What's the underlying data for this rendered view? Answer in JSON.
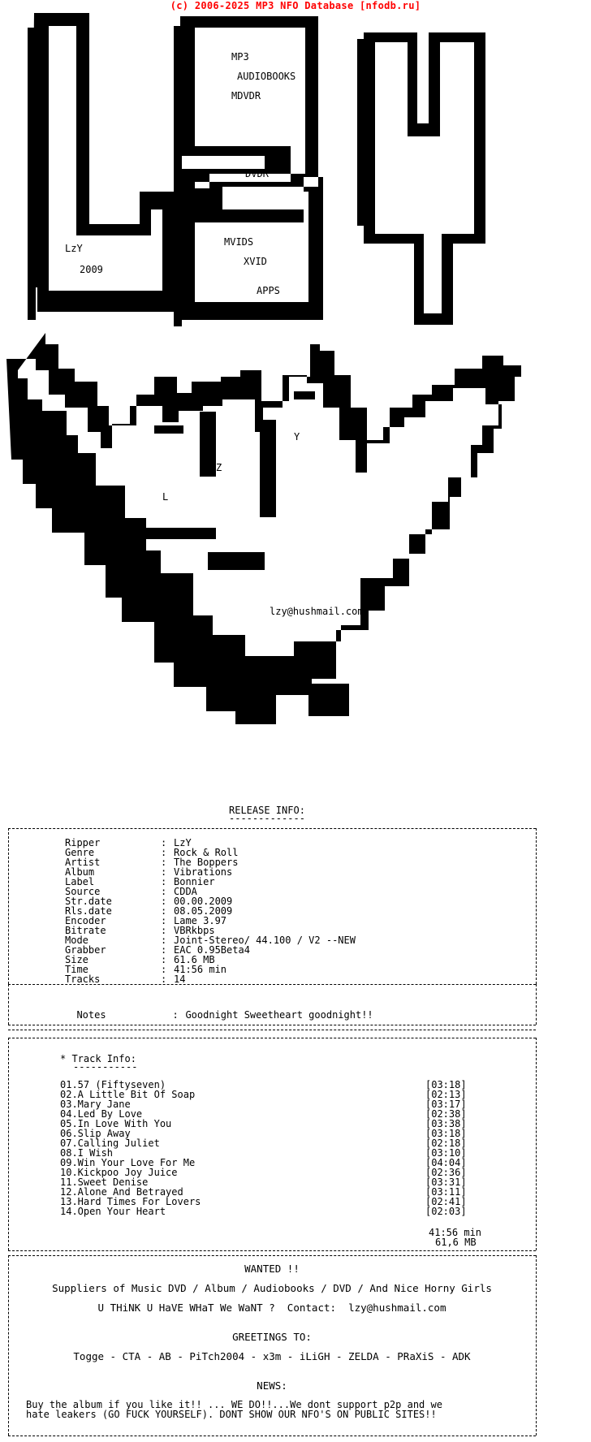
{
  "header": {
    "copyright": "(c) 2006-2025 MP3 NFO Database [nfodb.ru]"
  },
  "logo": {
    "lines": [
      "MP3",
      "AUDIOBOOKS",
      "MDVDR",
      "DVDR",
      "MVIDS",
      "XVID",
      "APPS"
    ],
    "group": "LzY",
    "year": "2009",
    "letters": [
      "L",
      "Z",
      "Y"
    ],
    "email": "lzy@hushmail.com"
  },
  "release": {
    "heading": "RELEASE INFO:",
    "heading_underline": "-------------",
    "fields": [
      {
        "label": "Ripper",
        "value": "LzY"
      },
      {
        "label": "Genre",
        "value": "Rock & Roll"
      },
      {
        "label": "Artist",
        "value": "The Boppers"
      },
      {
        "label": "Album",
        "value": "Vibrations"
      },
      {
        "label": "Label",
        "value": "Bonnier"
      },
      {
        "label": "Source",
        "value": "CDDA"
      },
      {
        "label": "Str.date",
        "value": "00.00.2009"
      },
      {
        "label": "Rls.date",
        "value": "08.05.2009"
      },
      {
        "label": "Encoder",
        "value": "Lame 3.97"
      },
      {
        "label": "Bitrate",
        "value": "VBRkbps"
      },
      {
        "label": "Mode",
        "value": "Joint-Stereo/ 44.100 / V2 --NEW"
      },
      {
        "label": "Grabber",
        "value": "EAC 0.95Beta4"
      },
      {
        "label": "Size",
        "value": "61.6 MB"
      },
      {
        "label": "Time",
        "value": "41:56 min"
      },
      {
        "label": "Tracks",
        "value": "14"
      }
    ],
    "notes_label": "Notes",
    "notes_value": "Goodnight Sweetheart goodnight!!"
  },
  "tracks": {
    "heading": "* Track Info:",
    "heading_underline": "-----------",
    "list": [
      {
        "title": "01.57 (Fiftyseven)",
        "time": "[03:18]"
      },
      {
        "title": "02.A Little Bit Of Soap",
        "time": "[02:13]"
      },
      {
        "title": "03.Mary Jane",
        "time": "[03:17]"
      },
      {
        "title": "04.Led By Love",
        "time": "[02:38]"
      },
      {
        "title": "05.In Love With You",
        "time": "[03:38]"
      },
      {
        "title": "06.Slip Away",
        "time": "[03:18]"
      },
      {
        "title": "07.Calling Juliet",
        "time": "[02:18]"
      },
      {
        "title": "08.I Wish",
        "time": "[03:10]"
      },
      {
        "title": "09.Win Your Love For Me",
        "time": "[04:04]"
      },
      {
        "title": "10.Kickpoo Joy Juice",
        "time": "[02:36]"
      },
      {
        "title": "11.Sweet Denise",
        "time": "[03:31]"
      },
      {
        "title": "12.Alone And Betrayed",
        "time": "[03:11]"
      },
      {
        "title": "13.Hard Times For Lovers",
        "time": "[02:41]"
      },
      {
        "title": "14.Open Your Heart",
        "time": "[02:03]"
      }
    ],
    "total_time": "41:56 min",
    "total_size": "61,6 MB"
  },
  "wanted": {
    "heading": "WANTED !!",
    "line1": "Suppliers of Music DVD / Album / Audiobooks / DVD / And Nice Horny Girls",
    "line2": "U THiNK U HaVE WHaT We WaNT ?  Contact:  lzy@hushmail.com"
  },
  "greetings": {
    "heading": "GREETINGS TO:",
    "line": "Togge - CTA - AB - PiTch2004 - x3m - iLiGH - ZELDA - PRaXiS - ADK"
  },
  "news": {
    "heading": "NEWS:",
    "line1": "Buy the album if you like it!! ... WE DO!!...We dont support p2p and we",
    "line2": "hate leakers (GO FUCK YOURSELF). DONT SHOW OUR NFO'S ON PUBLIC SITES!!"
  }
}
